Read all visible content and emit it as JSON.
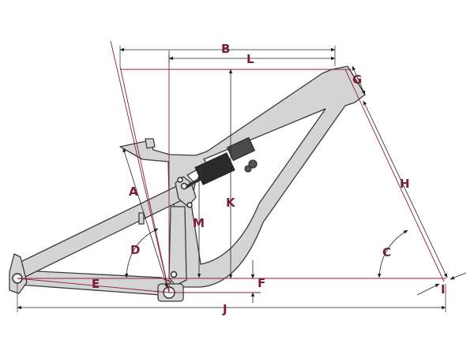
{
  "colors": {
    "frame_fill": "#d4d4d4",
    "frame_stroke": "#3a3a3a",
    "dimension_line": "#8a2238",
    "measure_line": "#222222",
    "label": "#7a1f33"
  },
  "labels": {
    "A": "A",
    "B": "B",
    "C": "C",
    "D": "D",
    "E": "E",
    "F": "F",
    "G": "G",
    "H": "H",
    "I": "I",
    "J": "J",
    "K": "K",
    "L": "L",
    "M": "M"
  }
}
